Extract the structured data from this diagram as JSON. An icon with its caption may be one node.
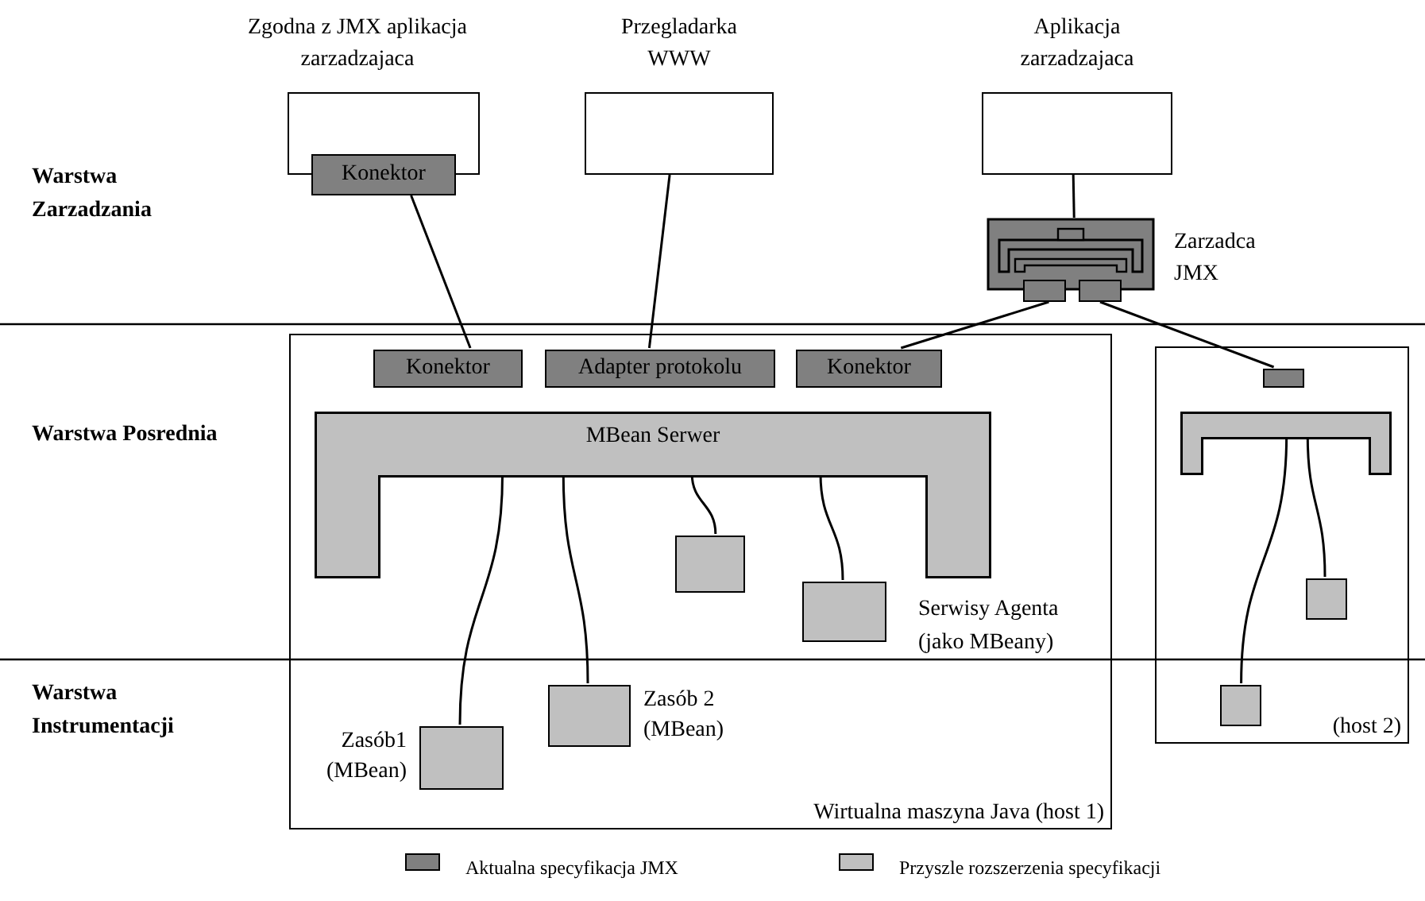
{
  "diagram": {
    "nodes": [
      {
        "text": [
          "Zgodna z JMX aplikacja zarzadzajaca"
        ]
      },
      {
        "text": [
          "Konektor"
        ]
      },
      {
        "text": [
          "Przegladarka WWW"
        ]
      },
      {
        "text": [
          "Aplikacja zarzadzajaca"
        ]
      },
      {
        "text": [
          "Zarzadca JMX"
        ]
      },
      {
        "text": [],
        "shape": "box"
      },
      {
        "text": [],
        "shape": "box"
      },
      {
        "text": [
          "Wirtualna maszyna Java (host 1)"
        ]
      },
      {
        "text": [
          "Konektor"
        ],
        "in": 7
      },
      {
        "text": [
          "Adapter protokolu"
        ],
        "in": 7
      },
      {
        "text": [
          "Konektor"
        ],
        "in": 7
      },
      {
        "text": [
          "MBean Serwer"
        ],
        "in": 7
      },
      {
        "text": [],
        "shape": "box",
        "in": 7
      },
      {
        "text": [],
        "shape": "box",
        "in": 7
      },
      {
        "text": [
          "Zasób1 (MBean)"
        ],
        "in": 7
      },
      {
        "text": [
          "Zasób 2 (MBean)"
        ],
        "in": 7
      },
      {
        "text": [
          "(host 2)"
        ]
      },
      {
        "text": [],
        "shape": "box",
        "in": 16
      },
      {
        "text": [],
        "shape": "bar",
        "in": 16
      },
      {
        "text": [],
        "shape": "box",
        "in": 16
      },
      {
        "text": [],
        "shape": "box",
        "in": 16
      }
    ],
    "edges": [
      {
        "from": 1,
        "to": 8,
        "arrow": "none"
      },
      {
        "from": 2,
        "to": 9,
        "arrow": "none"
      },
      {
        "from": 3,
        "to": 4,
        "arrow": "none"
      },
      {
        "from": 5,
        "to": 10,
        "arrow": "none"
      },
      {
        "from": 6,
        "to": 17,
        "arrow": "none"
      },
      {
        "from": 11,
        "to": 14,
        "arrow": "none"
      },
      {
        "from": 11,
        "to": 15,
        "arrow": "none"
      },
      {
        "from": 11,
        "to": 12,
        "arrow": "none"
      },
      {
        "from": 11,
        "to": 13,
        "arrow": "none"
      },
      {
        "from": 18,
        "to": 20,
        "arrow": "none"
      },
      {
        "from": 18,
        "to": 19,
        "arrow": "none"
      }
    ],
    "labels": [
      "Warstwa Zarzadzania",
      "Warstwa Posrednia",
      "Serwisy Agenta (jako MBeany)",
      "Warstwa Instrumentacji"
    ],
    "legend": [
      {
        "text": "Aktualna specyfikacja JMX",
        "color": "#808080"
      },
      {
        "text": "Przyszle rozszerzenia specyfikacji",
        "color": "#c0c0c0"
      }
    ]
  }
}
